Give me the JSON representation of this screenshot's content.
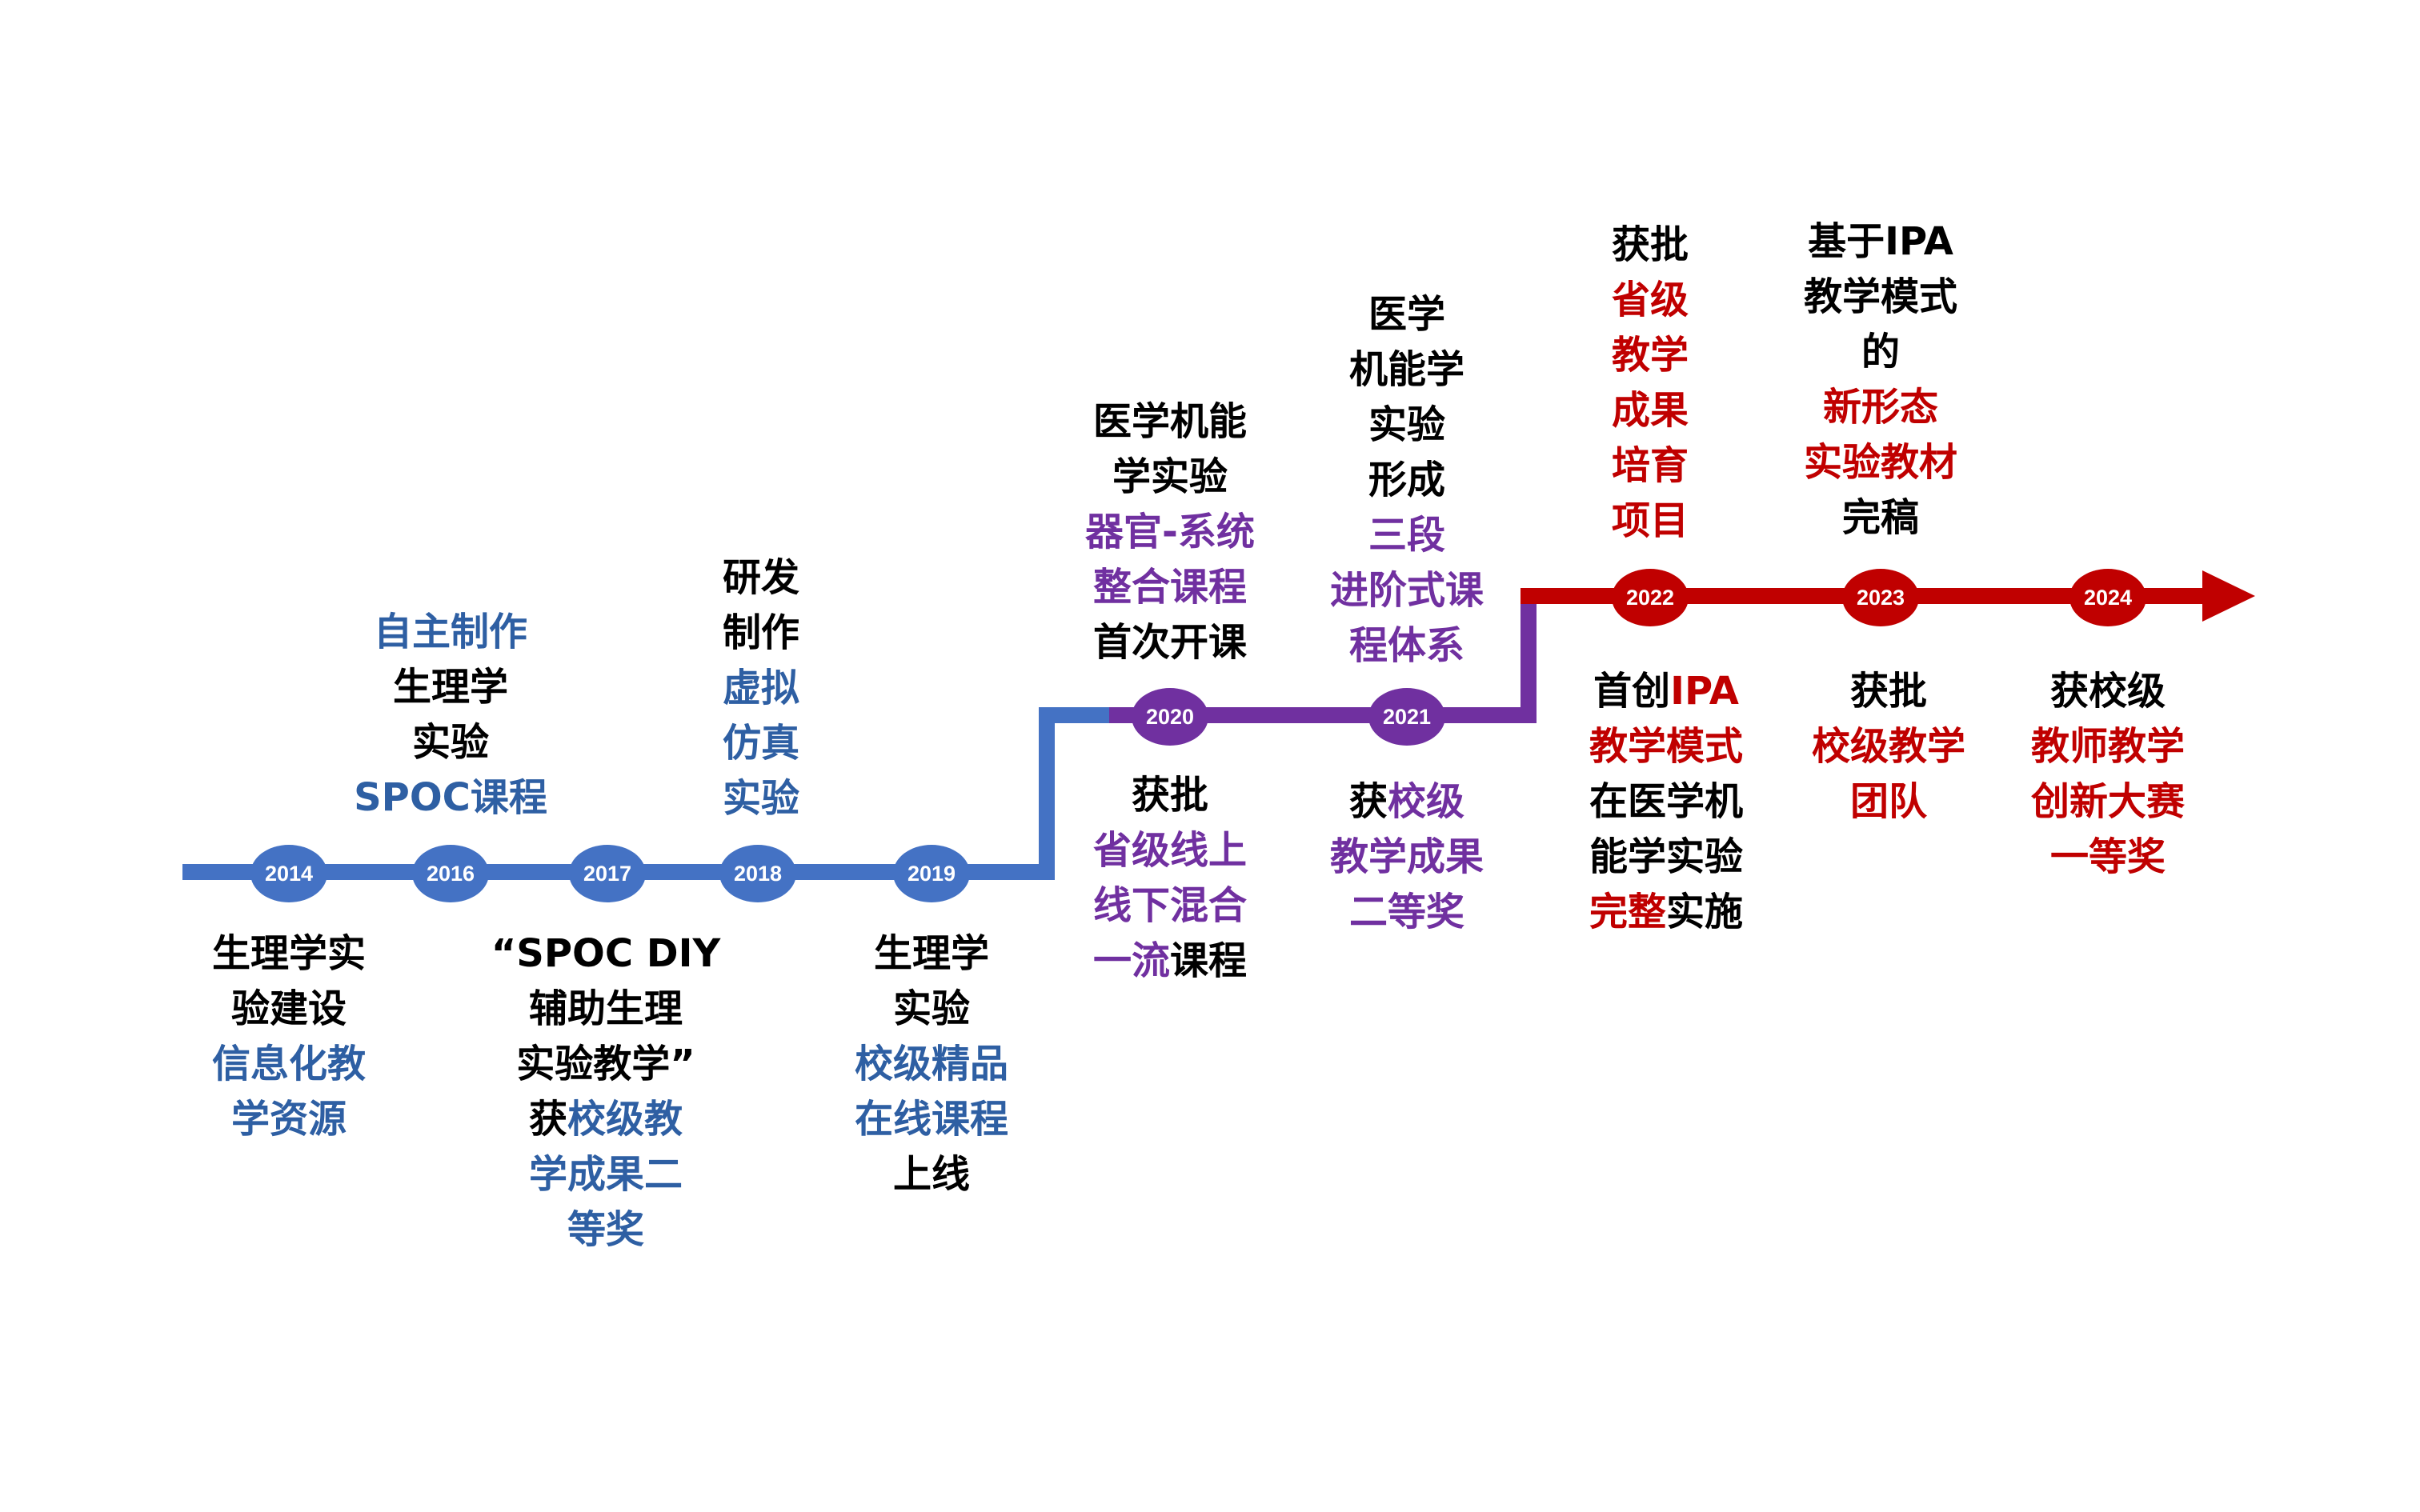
{
  "colors": {
    "blue": "#4472c4",
    "purple": "#7030a0",
    "red": "#c00000",
    "text_blue": "#2e5fa3",
    "text_black": "#000000"
  },
  "milestones": [
    {
      "year": "2014",
      "text": [
        [
          {
            "t": "生理学实",
            "c": "k"
          }
        ],
        [
          {
            "t": "验建设",
            "c": "k"
          }
        ],
        [
          {
            "t": "信息化教",
            "c": "b"
          }
        ],
        [
          {
            "t": "学资源",
            "c": "b"
          }
        ]
      ]
    },
    {
      "year": "2016",
      "text": [
        [
          {
            "t": "自主制作",
            "c": "b"
          }
        ],
        [
          {
            "t": "生理学",
            "c": "k"
          }
        ],
        [
          {
            "t": "实验",
            "c": "k"
          }
        ],
        [
          {
            "t": "SPOC课程",
            "c": "b"
          }
        ]
      ]
    },
    {
      "year": "2017",
      "text": [
        [
          {
            "t": "“SPOC DIY",
            "c": "k"
          }
        ],
        [
          {
            "t": "辅助生理",
            "c": "k"
          }
        ],
        [
          {
            "t": "实验教学”",
            "c": "k"
          }
        ],
        [
          {
            "t": "获",
            "c": "k"
          },
          {
            "t": "校级教",
            "c": "b"
          }
        ],
        [
          {
            "t": "学成果二",
            "c": "b"
          }
        ],
        [
          {
            "t": "等奖",
            "c": "b"
          }
        ]
      ]
    },
    {
      "year": "2018",
      "text": [
        [
          {
            "t": "研发",
            "c": "k"
          }
        ],
        [
          {
            "t": "制作",
            "c": "k"
          }
        ],
        [
          {
            "t": "虚拟",
            "c": "b"
          }
        ],
        [
          {
            "t": "仿真",
            "c": "b"
          }
        ],
        [
          {
            "t": "实验",
            "c": "b"
          }
        ]
      ]
    },
    {
      "year": "2019",
      "text": [
        [
          {
            "t": "生理学",
            "c": "k"
          }
        ],
        [
          {
            "t": "实验",
            "c": "k"
          }
        ],
        [
          {
            "t": "校级精品",
            "c": "b"
          }
        ],
        [
          {
            "t": "在线课程",
            "c": "b"
          }
        ],
        [
          {
            "t": "上线",
            "c": "k"
          }
        ]
      ]
    },
    {
      "year": "2020",
      "text_above": [
        [
          {
            "t": "医学机能",
            "c": "k"
          }
        ],
        [
          {
            "t": "学实验",
            "c": "k"
          }
        ],
        [
          {
            "t": "器官-系统",
            "c": "p"
          }
        ],
        [
          {
            "t": "整合课程",
            "c": "p"
          }
        ],
        [
          {
            "t": "首次开课",
            "c": "k"
          }
        ]
      ],
      "text_below": [
        [
          {
            "t": "获批",
            "c": "k"
          }
        ],
        [
          {
            "t": "省级线上",
            "c": "p"
          }
        ],
        [
          {
            "t": "线下混合",
            "c": "p"
          }
        ],
        [
          {
            "t": "一流",
            "c": "p"
          },
          {
            "t": "课程",
            "c": "k"
          }
        ]
      ]
    },
    {
      "year": "2021",
      "text_above": [
        [
          {
            "t": "医学",
            "c": "k"
          }
        ],
        [
          {
            "t": "机能学",
            "c": "k"
          }
        ],
        [
          {
            "t": "实验",
            "c": "k"
          }
        ],
        [
          {
            "t": "形成",
            "c": "k"
          }
        ],
        [
          {
            "t": "三段",
            "c": "p"
          }
        ],
        [
          {
            "t": "进阶式课",
            "c": "p"
          }
        ],
        [
          {
            "t": "程体系",
            "c": "p"
          }
        ]
      ],
      "text_below": [
        [
          {
            "t": "获",
            "c": "k"
          },
          {
            "t": "校级",
            "c": "p"
          }
        ],
        [
          {
            "t": "教学成果",
            "c": "p"
          }
        ],
        [
          {
            "t": "二等奖",
            "c": "p"
          }
        ]
      ]
    },
    {
      "year": "2022",
      "text_above": [
        [
          {
            "t": "获批",
            "c": "k"
          }
        ],
        [
          {
            "t": "省级",
            "c": "r"
          }
        ],
        [
          {
            "t": "教学",
            "c": "r"
          }
        ],
        [
          {
            "t": "成果",
            "c": "r"
          }
        ],
        [
          {
            "t": "培育",
            "c": "r"
          }
        ],
        [
          {
            "t": "项目",
            "c": "r"
          }
        ]
      ],
      "text_below": [
        [
          {
            "t": "首创",
            "c": "k"
          },
          {
            "t": "IPA",
            "c": "r"
          }
        ],
        [
          {
            "t": "教学模式",
            "c": "r"
          }
        ],
        [
          {
            "t": "在医学机",
            "c": "k"
          }
        ],
        [
          {
            "t": "能学实验",
            "c": "k"
          }
        ],
        [
          {
            "t": "完整",
            "c": "r"
          },
          {
            "t": "实施",
            "c": "k"
          }
        ]
      ]
    },
    {
      "year": "2023",
      "text_above": [
        [
          {
            "t": "基于IPA",
            "c": "k"
          }
        ],
        [
          {
            "t": "教学模式",
            "c": "k"
          }
        ],
        [
          {
            "t": "的",
            "c": "k"
          }
        ],
        [
          {
            "t": "新形态",
            "c": "r"
          }
        ],
        [
          {
            "t": "实验教材",
            "c": "r"
          }
        ],
        [
          {
            "t": "完稿",
            "c": "k"
          }
        ]
      ],
      "text_below": [
        [
          {
            "t": "获批",
            "c": "k"
          }
        ],
        [
          {
            "t": "校级教学",
            "c": "r"
          }
        ],
        [
          {
            "t": "团队",
            "c": "r"
          }
        ]
      ]
    },
    {
      "year": "2024",
      "text_below": [
        [
          {
            "t": "获校级",
            "c": "k"
          }
        ],
        [
          {
            "t": "教师教学",
            "c": "r"
          }
        ],
        [
          {
            "t": "创新大赛",
            "c": "r"
          }
        ],
        [
          {
            "t": "一等奖",
            "c": "r"
          }
        ]
      ]
    }
  ]
}
